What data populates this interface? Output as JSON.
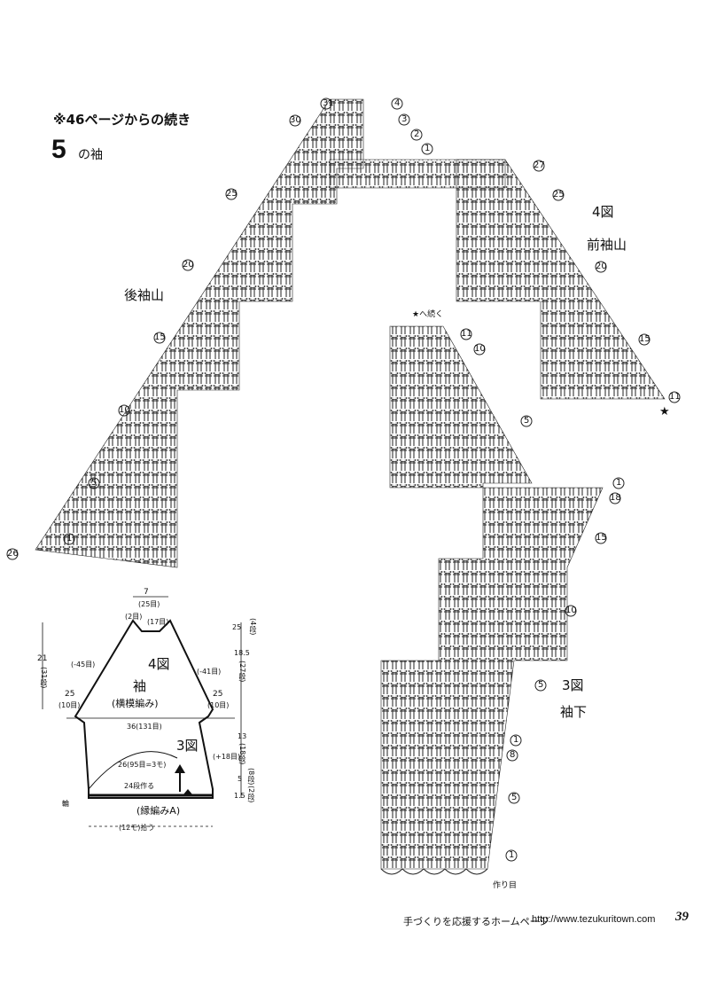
{
  "header": {
    "continued_note": "※46ページからの続き",
    "section_number": "5",
    "section_label": "の袖"
  },
  "chart": {
    "back_sleeve_cap": "後袖山",
    "front_sleeve_cap": "前袖山",
    "fig4": "4図",
    "fig3": "3図",
    "sleeve_under": "袖下",
    "continue_to_star": "★へ続く",
    "cast_on": "作り目",
    "star": "★",
    "row_markers": {
      "top_31": "31",
      "top_30": "30",
      "top_4": "4",
      "top_3": "3",
      "top_2": "2",
      "top_1": "1",
      "r27": "27",
      "r25_left": "25",
      "r25_right": "25",
      "r20_left": "20",
      "r20_right": "20",
      "r15_left": "15",
      "r15_right": "15",
      "r11_right": "11",
      "r10_left": "10",
      "r5_left": "5",
      "r1_left": "1",
      "r26_left": "26",
      "mid_11": "11",
      "mid_10": "10",
      "mid_5": "5",
      "mid_1": "1",
      "mid_18": "18",
      "mid_15": "15",
      "low_10": "10",
      "low_5": "5",
      "low_1": "1",
      "low_8": "8",
      "low_5b": "5",
      "low_1b": "1"
    }
  },
  "schematic": {
    "top_width": "7",
    "top_width_sts": "(25目)",
    "top_left_sts": "(2目)",
    "top_right_sts": "(17目)",
    "height_cap": "21",
    "height_cap_rows": "(31段)",
    "dec_left": "(-45目)",
    "dec_right": "(-41目)",
    "fig4": "4図",
    "sleeve": "袖",
    "pattern": "(横模編み)",
    "side_left": "25",
    "side_left_sts": "(10目)",
    "side_right": "25",
    "side_right_sts": "(10目)",
    "width_36": "36(131目)",
    "fig3": "3図",
    "inc_right": "(+18目)",
    "width_26": "26(95目=3モ)",
    "rows_24": "24段作る",
    "ring": "輪",
    "edging": "(縁編みA)",
    "pickup": "(12モ)拾う",
    "right_dims": {
      "d1": "25",
      "d1_rows": "(4段)",
      "d2": "18.5",
      "d2_rows": "(27段)",
      "d3": "13",
      "d3_rows": "(18段)",
      "d4": "5",
      "d4_rows": "(8段)",
      "d5": "1.5",
      "d5_rows": "(2段)"
    }
  },
  "footer": {
    "text": "手づくりを応援するホームページ",
    "url": "http://www.tezukuritown.com",
    "page": "39"
  }
}
